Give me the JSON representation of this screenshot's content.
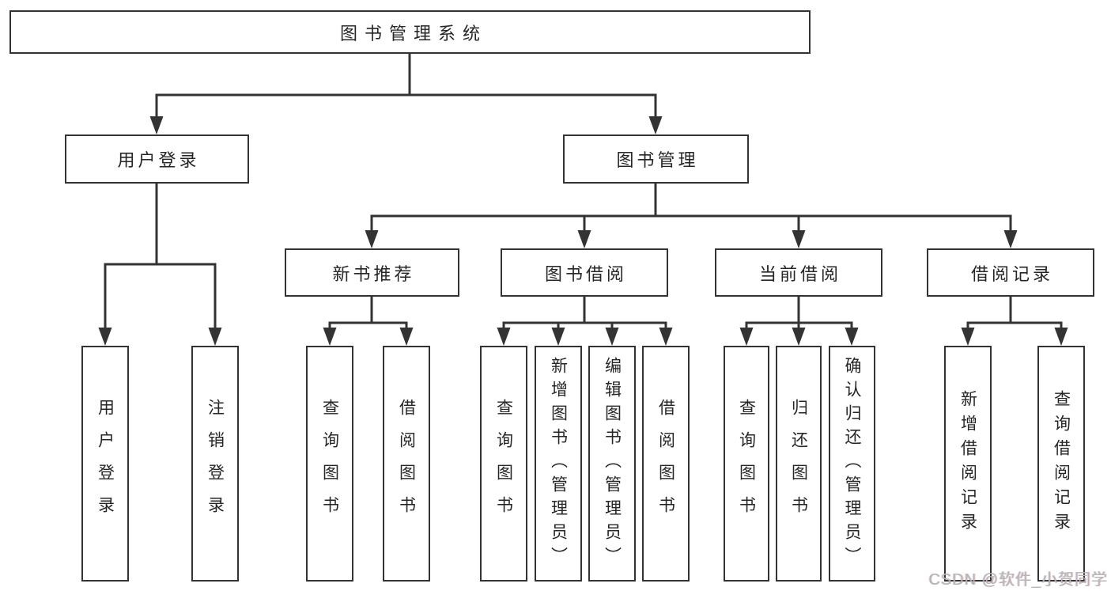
{
  "colors": {
    "line": "#333333",
    "box_border": "#333333",
    "text": "#262626",
    "background": "#ffffff",
    "watermark": "#b5b5b5"
  },
  "tree": {
    "root": {
      "label": "图书管理系统"
    },
    "branches": [
      {
        "label": "用户登录",
        "children": [
          {
            "label": "用户登录"
          },
          {
            "label": "注销登录"
          }
        ]
      },
      {
        "label": "图书管理",
        "children": [
          {
            "label": "新书推荐",
            "children": [
              {
                "label": "查询图书"
              },
              {
                "label": "借阅图书"
              }
            ]
          },
          {
            "label": "图书借阅",
            "children": [
              {
                "label": "查询图书"
              },
              {
                "label": "新增图书（管理员）"
              },
              {
                "label": "编辑图书（管理员）"
              },
              {
                "label": "借阅图书"
              }
            ]
          },
          {
            "label": "当前借阅",
            "children": [
              {
                "label": "查询图书"
              },
              {
                "label": "归还图书"
              },
              {
                "label": "确认归还（管理员）"
              }
            ]
          },
          {
            "label": "借阅记录",
            "children": [
              {
                "label": "新增借阅记录"
              },
              {
                "label": "查询借阅记录"
              }
            ]
          }
        ]
      }
    ]
  },
  "watermark": {
    "text": "CSDN @软件_小贺同学"
  }
}
